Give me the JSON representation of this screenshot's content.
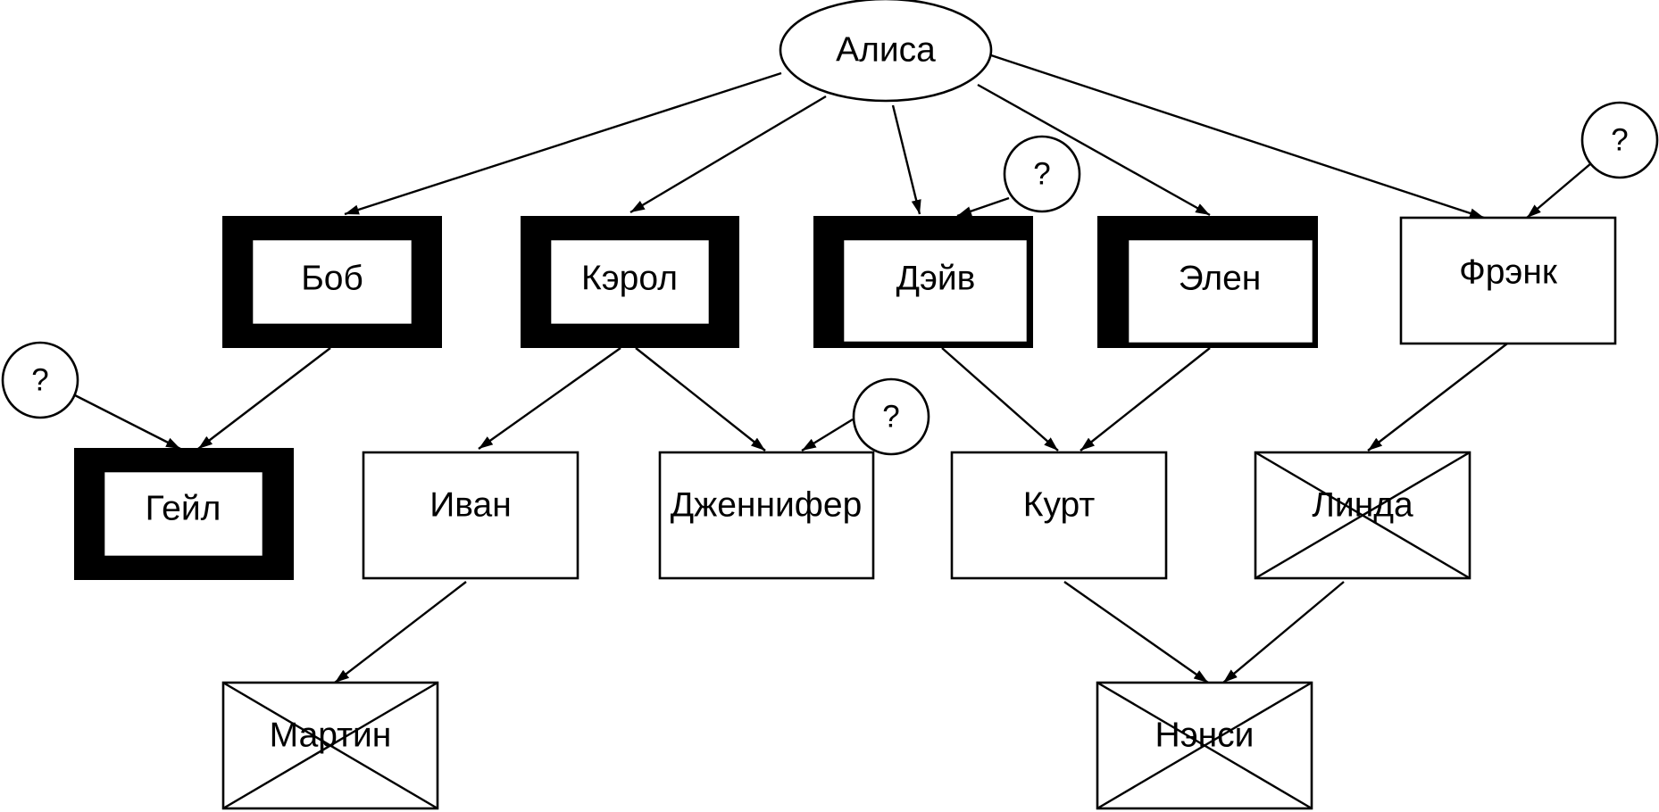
{
  "diagram": {
    "root": "Алиса",
    "nodes": {
      "bob": "Боб",
      "carol": "Кэрол",
      "dave": "Дэйв",
      "ellen": "Элен",
      "frank": "Фрэнк",
      "gail": "Гейл",
      "ivan": "Иван",
      "jennifer": "Дженнифер",
      "kurt": "Курт",
      "linda": "Линда",
      "martin": "Мартин",
      "nancy": "Нэнси"
    },
    "unknown_mark": "?"
  }
}
